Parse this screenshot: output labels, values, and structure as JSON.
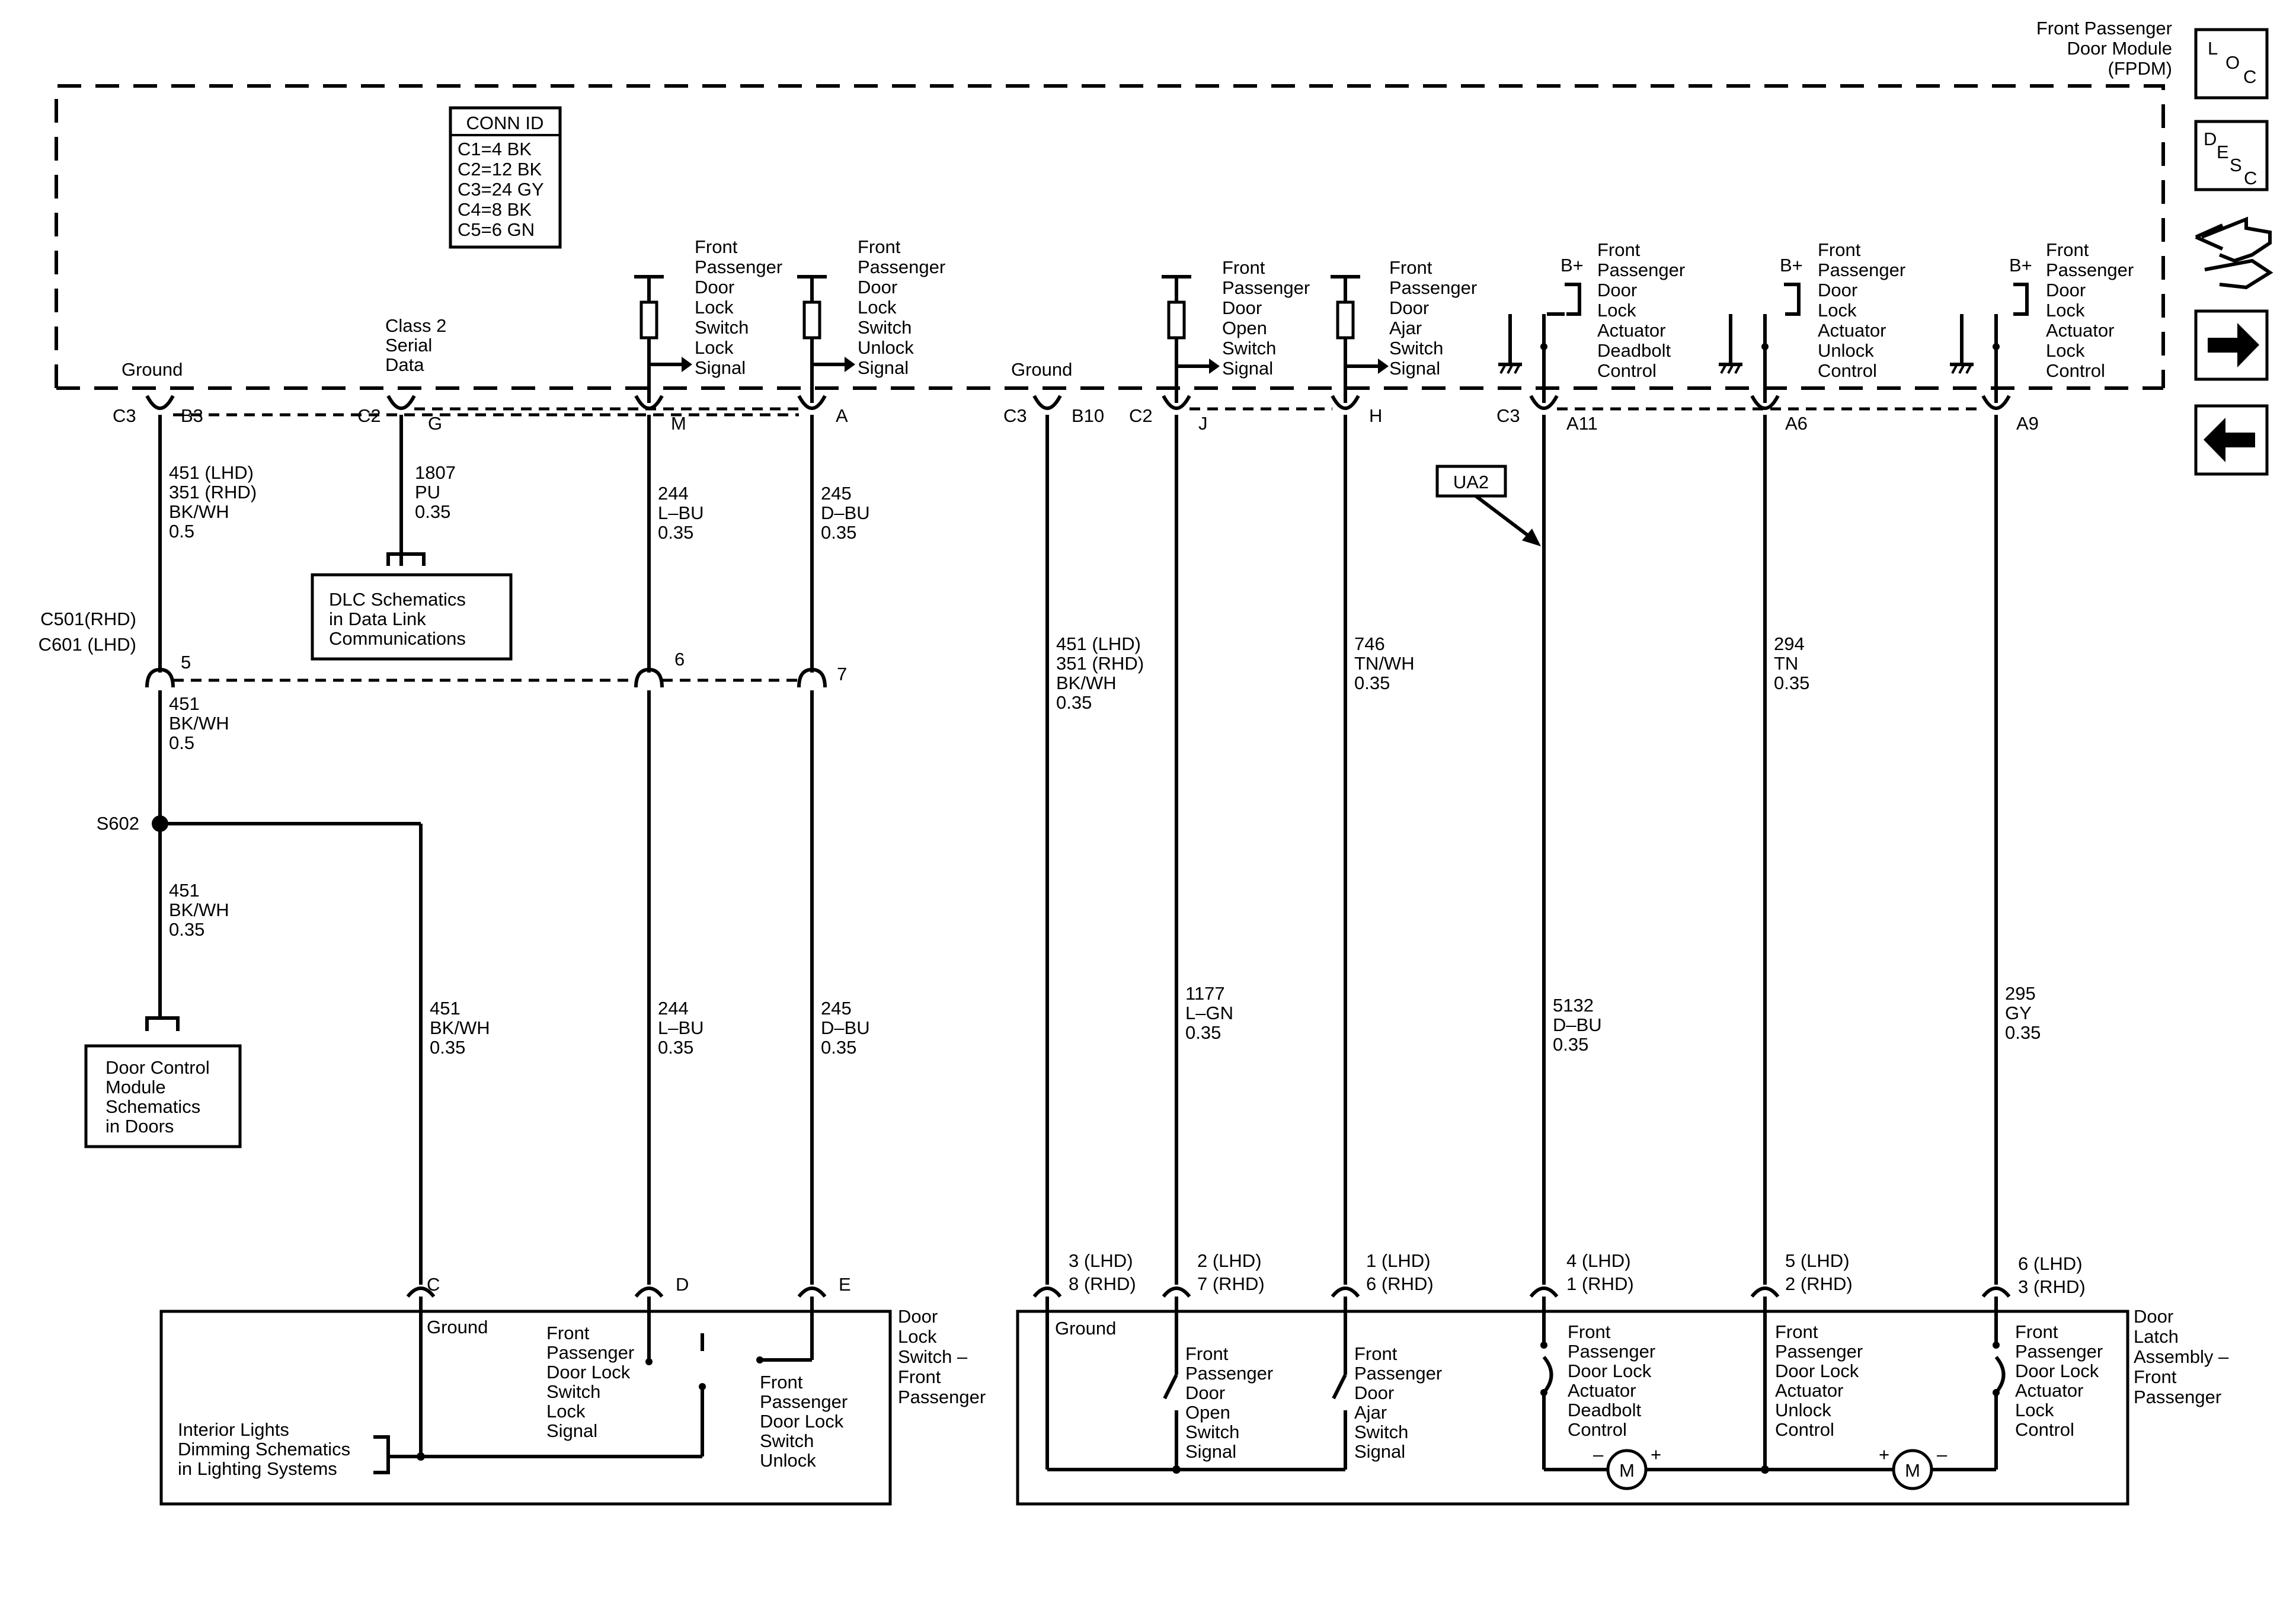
{
  "module": {
    "line1": "Front Passenger",
    "line2": "Door Module",
    "line3": "(FPDM)"
  },
  "conn_id": {
    "title": "CONN ID",
    "rows": [
      "C1=4 BK",
      "C2=12 BK",
      "C3=24 GY",
      "C4=8 BK",
      "C5=6 GN"
    ]
  },
  "nav": {
    "loc": {
      "a": "L",
      "b": "O",
      "c": "C"
    },
    "desc": {
      "a": "D",
      "b": "E",
      "c": "S",
      "d": "C"
    }
  },
  "module_pins": {
    "ground_label": "Ground",
    "b3": {
      "conn": "C3",
      "pin": "B3"
    },
    "g": {
      "conn": "C2",
      "pin": "G"
    },
    "m": "M",
    "a": "A",
    "b10": {
      "conn": "C3",
      "pin": "B10"
    },
    "j": {
      "conn": "C2",
      "pin": "J"
    },
    "h": "H",
    "a11": {
      "conn": "C3",
      "pin": "A11"
    },
    "a6": "A6",
    "a9": "A9",
    "ground2": "Ground",
    "class2": [
      "Class 2",
      "Serial",
      "Data"
    ],
    "lock_sig": [
      "Front",
      "Passenger",
      "Door",
      "Lock",
      "Switch",
      "Lock",
      "Signal"
    ],
    "unlock_sig": [
      "Front",
      "Passenger",
      "Door",
      "Lock",
      "Switch",
      "Unlock",
      "Signal"
    ],
    "open_sig": [
      "Front",
      "Passenger",
      "Door",
      "Open",
      "Switch",
      "Signal"
    ],
    "ajar_sig": [
      "Front",
      "Passenger",
      "Door",
      "Ajar",
      "Switch",
      "Signal"
    ],
    "deadbolt": [
      "Front",
      "Passenger",
      "Door",
      "Lock",
      "Actuator",
      "Deadbolt",
      "Control"
    ],
    "unlock_ctl": [
      "Front",
      "Passenger",
      "Door",
      "Lock",
      "Actuator",
      "Unlock",
      "Control"
    ],
    "lock_ctl": [
      "Front",
      "Passenger",
      "Door",
      "Lock",
      "Actuator",
      "Lock",
      "Control"
    ],
    "bplus": "B+"
  },
  "wires": {
    "w451_top": [
      "451 (LHD)",
      "351 (RHD)",
      "BK/WH",
      "0.5"
    ],
    "w1807": [
      "1807",
      "PU",
      "0.35"
    ],
    "w244_top": [
      "244",
      "L–BU",
      "0.35"
    ],
    "w245_top": [
      "245",
      "D–BU",
      "0.35"
    ],
    "w451_b10": [
      "451 (LHD)",
      "351 (RHD)",
      "BK/WH",
      "0.35"
    ],
    "w746": [
      "746",
      "TN/WH",
      "0.35"
    ],
    "w294": [
      "294",
      "TN",
      "0.35"
    ],
    "w451_mid": [
      "451",
      "BK/WH",
      "0.5"
    ],
    "w451_low": [
      "451",
      "BK/WH",
      "0.35"
    ],
    "w451_right": [
      "451",
      "BK/WH",
      "0.35"
    ],
    "w244_low": [
      "244",
      "L–BU",
      "0.35"
    ],
    "w245_low": [
      "245",
      "D–BU",
      "0.35"
    ],
    "w1177": [
      "1177",
      "L–GN",
      "0.35"
    ],
    "w5132": [
      "5132",
      "D–BU",
      "0.35"
    ],
    "w295": [
      "295",
      "GY",
      "0.35"
    ]
  },
  "inline_conn": {
    "rhd": "C501(RHD)",
    "lhd": "C601 (LHD)",
    "p5": "5",
    "p6": "6",
    "p7": "7"
  },
  "splice": "S602",
  "ua2": "UA2",
  "dlc_box": [
    "DLC Schematics",
    "in Data Link",
    "Communications"
  ],
  "dcm_box": [
    "Door Control",
    "Module",
    "Schematics",
    "in Doors"
  ],
  "lock_switch": {
    "pins": {
      "c": "C",
      "d": "D",
      "e": "E"
    },
    "name": [
      "Door",
      "Lock",
      "Switch –",
      "Front",
      "Passenger"
    ],
    "ground": "Ground",
    "lock_label": [
      "Front",
      "Passenger",
      "Door Lock",
      "Switch",
      "Lock",
      "Signal"
    ],
    "unlock_label": [
      "Front",
      "Passenger",
      "Door Lock",
      "Switch",
      "Unlock"
    ],
    "interior": [
      "Interior Lights",
      "Dimming Schematics",
      "in Lighting Systems"
    ]
  },
  "latch": {
    "pins": [
      [
        "3 (LHD)",
        "8 (RHD)"
      ],
      [
        "2 (LHD)",
        "7 (RHD)"
      ],
      [
        "1 (LHD)",
        "6 (RHD)"
      ],
      [
        "4 (LHD)",
        "1 (RHD)"
      ],
      [
        "5 (LHD)",
        "2 (RHD)"
      ],
      [
        "6 (LHD)",
        "3 (RHD)"
      ]
    ],
    "name": [
      "Door",
      "Latch",
      "Assembly –",
      "Front",
      "Passenger"
    ],
    "ground": "Ground",
    "open": [
      "Front",
      "Passenger",
      "Door",
      "Open",
      "Switch",
      "Signal"
    ],
    "ajar": [
      "Front",
      "Passenger",
      "Door",
      "Ajar",
      "Switch",
      "Signal"
    ],
    "deadbolt": [
      "Front",
      "Passenger",
      "Door Lock",
      "Actuator",
      "Deadbolt",
      "Control"
    ],
    "unlock": [
      "Front",
      "Passenger",
      "Door Lock",
      "Actuator",
      "Unlock",
      "Control"
    ],
    "lock": [
      "Front",
      "Passenger",
      "Door Lock",
      "Actuator",
      "Lock",
      "Control"
    ],
    "motor": "M",
    "minus": "–",
    "plus": "+"
  }
}
